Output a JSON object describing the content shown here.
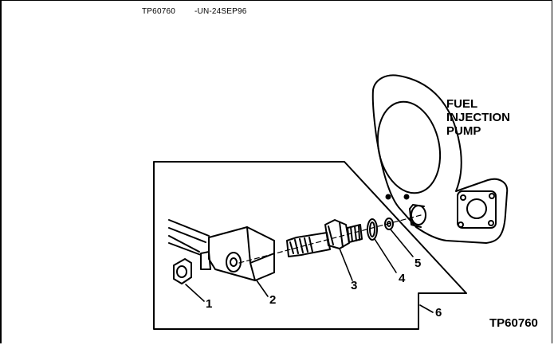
{
  "header": {
    "figure_code": "TP60760",
    "date_stamp": "-UN-24SEP96"
  },
  "pump_label": {
    "line1": "FUEL",
    "line2": "INJECTION",
    "line3": "PUMP"
  },
  "callouts": {
    "c1": "1",
    "c2": "2",
    "c3": "3",
    "c4": "4",
    "c5": "5",
    "c6": "6"
  },
  "figure_id": "TP60760"
}
